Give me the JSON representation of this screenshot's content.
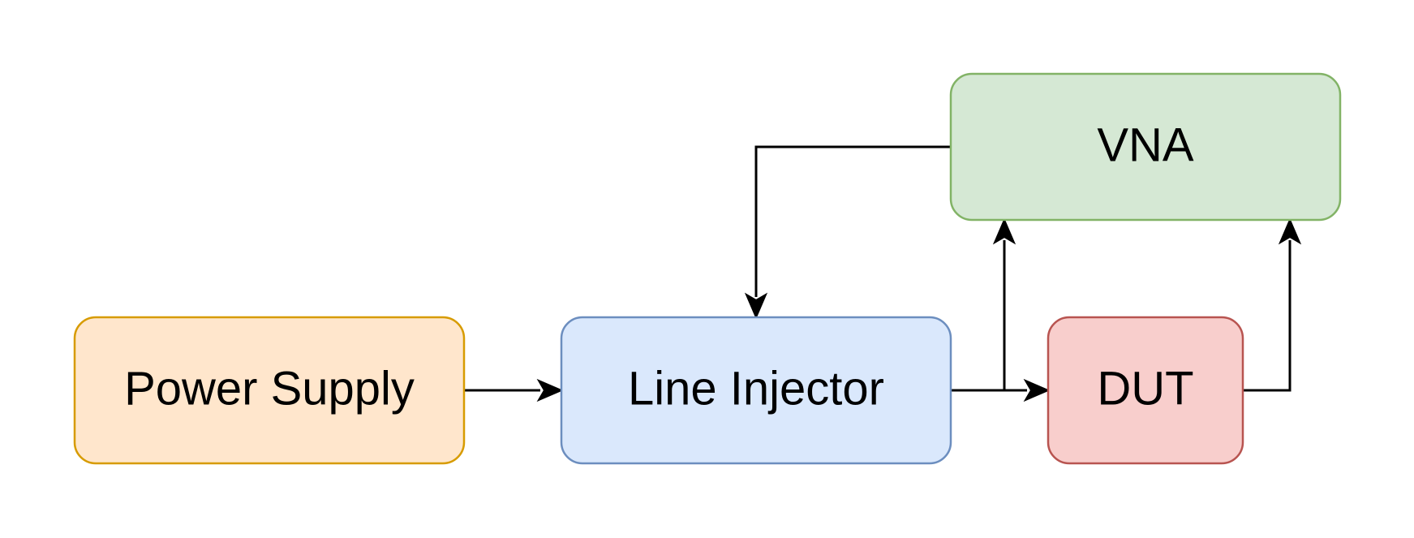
{
  "blocks": {
    "power_supply": {
      "label": "Power Supply",
      "fill": "#ffe6cc",
      "stroke": "#d79b00"
    },
    "line_injector": {
      "label": "Line Injector",
      "fill": "#dae8fc",
      "stroke": "#6c8ebf"
    },
    "vna": {
      "label": "VNA",
      "fill": "#d5e8d4",
      "stroke": "#82b366"
    },
    "dut": {
      "label": "DUT",
      "fill": "#f8cecc",
      "stroke": "#b85450"
    }
  },
  "connections": [
    {
      "from": "power_supply",
      "to": "line_injector"
    },
    {
      "from": "vna",
      "to": "line_injector"
    },
    {
      "from": "line_injector",
      "to": "dut"
    },
    {
      "from": "line_injector",
      "to": "vna"
    },
    {
      "from": "dut",
      "to": "vna"
    }
  ]
}
